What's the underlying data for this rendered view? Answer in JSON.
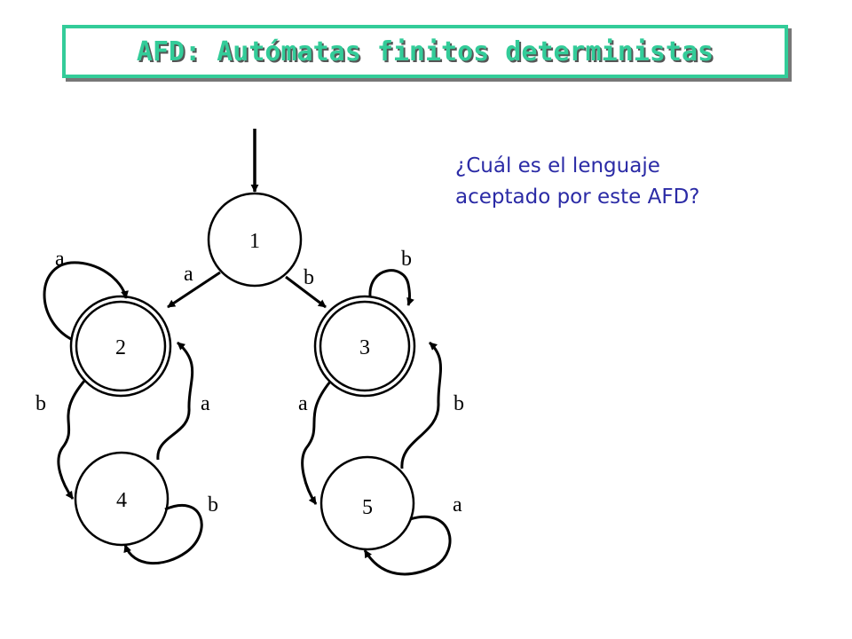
{
  "title": "AFD: Autómatas finitos deterministas",
  "question": {
    "line1": "¿Cuál es el lenguaje",
    "line2": "aceptado por este AFD?"
  },
  "colors": {
    "title": "#33cc99",
    "question": "#2b2ba6"
  },
  "automaton": {
    "states": [
      {
        "id": "1",
        "label": "1",
        "initial": true,
        "accepting": false
      },
      {
        "id": "2",
        "label": "2",
        "initial": false,
        "accepting": true
      },
      {
        "id": "3",
        "label": "3",
        "initial": false,
        "accepting": true
      },
      {
        "id": "4",
        "label": "4",
        "initial": false,
        "accepting": false
      },
      {
        "id": "5",
        "label": "5",
        "initial": false,
        "accepting": false
      }
    ],
    "transitions": [
      {
        "from": "1",
        "to": "2",
        "symbol": "a"
      },
      {
        "from": "1",
        "to": "3",
        "symbol": "b"
      },
      {
        "from": "2",
        "to": "2",
        "symbol": "a"
      },
      {
        "from": "2",
        "to": "4",
        "symbol": "b"
      },
      {
        "from": "4",
        "to": "2",
        "symbol": "a"
      },
      {
        "from": "4",
        "to": "4",
        "symbol": "b"
      },
      {
        "from": "3",
        "to": "3",
        "symbol": "b"
      },
      {
        "from": "3",
        "to": "5",
        "symbol": "a"
      },
      {
        "from": "5",
        "to": "3",
        "symbol": "b"
      },
      {
        "from": "5",
        "to": "5",
        "symbol": "a"
      }
    ]
  }
}
